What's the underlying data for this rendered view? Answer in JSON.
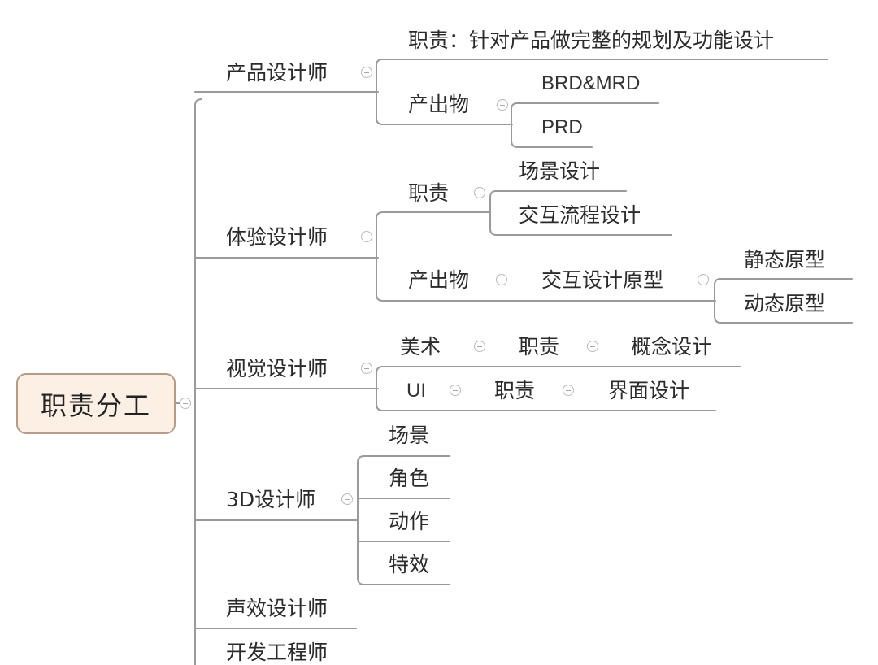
{
  "root": {
    "label": "职责分工"
  },
  "branches": {
    "product": {
      "label": "产品设计师",
      "duty": "职责：针对产品做完整的规划及功能设计",
      "output": "产出物",
      "output_items": [
        "BRD&MRD",
        "PRD"
      ]
    },
    "experience": {
      "label": "体验设计师",
      "duty": "职责",
      "duty_items": [
        "场景设计",
        "交互流程设计"
      ],
      "output": "产出物",
      "output_child": "交互设计原型",
      "prototype_items": [
        "静态原型",
        "动态原型"
      ]
    },
    "visual": {
      "label": "视觉设计师",
      "art": "美术",
      "art_duty": "职责",
      "art_duty_item": "概念设计",
      "ui": "UI",
      "ui_duty": "职责",
      "ui_duty_item": "界面设计"
    },
    "3d": {
      "label": "3D设计师",
      "items": [
        "场景",
        "角色",
        "动作",
        "特效"
      ]
    },
    "sound": {
      "label": "声效设计师"
    },
    "dev": {
      "label": "开发工程师"
    }
  },
  "colors": {
    "line": "#9a9a9a",
    "root_fill": "#fcefe4",
    "root_border": "#b89b86",
    "text": "#2b2b2b"
  },
  "icons": {
    "collapse": "circle-minus-icon"
  }
}
